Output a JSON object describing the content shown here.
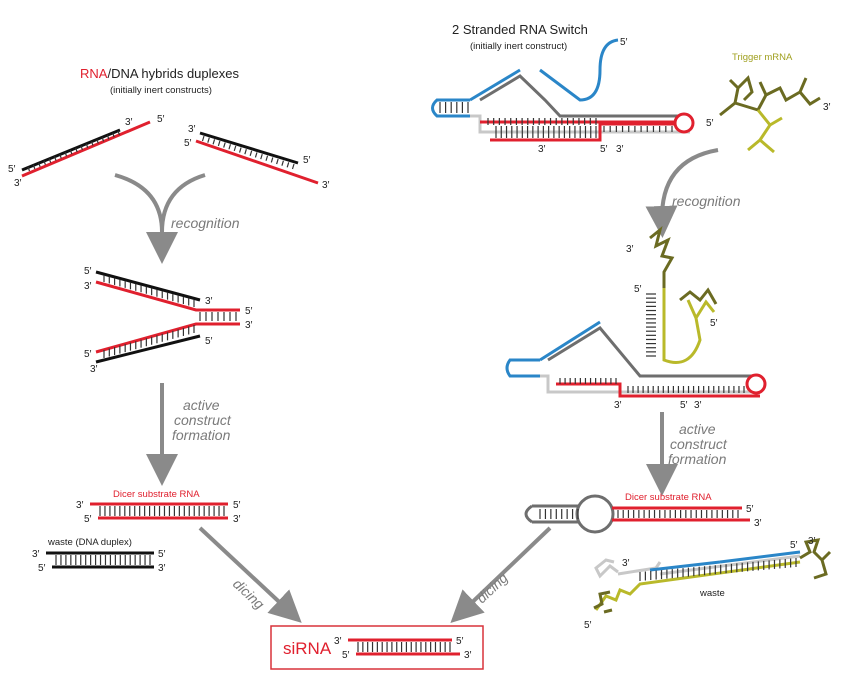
{
  "colors": {
    "rna": "#e0202e",
    "dna": "#111111",
    "blue": "#2a86c8",
    "gray": "#6e6e6e",
    "lightgray": "#c8c8c8",
    "olive": "#6b6b22",
    "yellowgreen": "#b9b92a",
    "arrow": "#8a8a8a",
    "box": "#d8323a"
  },
  "left": {
    "title_rna": "RNA",
    "title_sep": "/",
    "title_rest": "DNA hybrids duplexes",
    "subtitle": "(initially inert constructs)",
    "step1": "recognition",
    "step2_line1": "active",
    "step2_line2": "construct",
    "step2_line3": "formation",
    "dicer_label": "Dicer substrate RNA",
    "waste_label": "waste (DNA duplex)",
    "dicing": "dicing"
  },
  "right": {
    "title": "2 Stranded RNA Switch",
    "subtitle": "(initially inert construct)",
    "trigger": "Trigger mRNA",
    "step1": "recognition",
    "step2_line1": "active",
    "step2_line2": "construct",
    "step2_line3": "formation",
    "dicer_label": "Dicer substrate RNA",
    "waste_label": "waste",
    "dicing": "dicing"
  },
  "result": {
    "label": "siRNA"
  },
  "ends": {
    "p3": "3′",
    "p5": "5′"
  }
}
